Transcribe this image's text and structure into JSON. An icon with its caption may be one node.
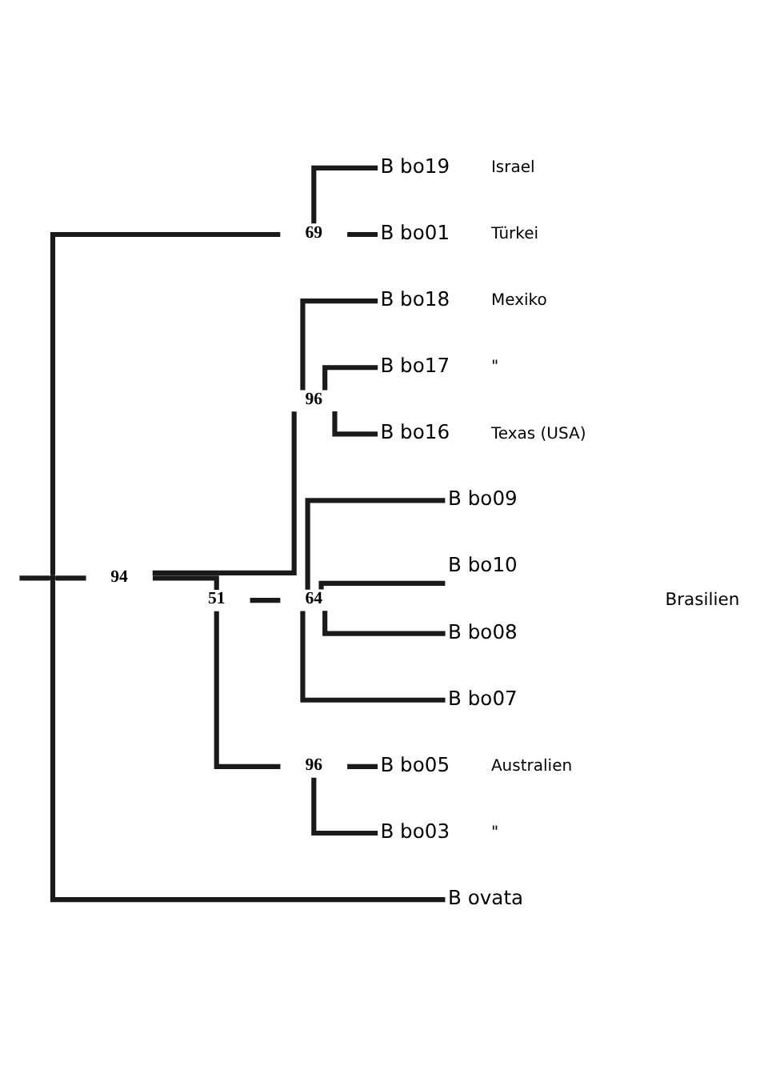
{
  "diagram": {
    "nodes": [
      {
        "text": [],
        "shape": "point"
      },
      {
        "text": [
          "69"
        ]
      },
      {
        "text": [
          "B bo19"
        ],
        "beside": [
          "Israel"
        ]
      },
      {
        "text": [
          "B bo01"
        ],
        "beside": [
          "Türkei"
        ]
      },
      {
        "text": [
          "94"
        ]
      },
      {
        "text": [
          "96"
        ]
      },
      {
        "text": [
          "B bo18"
        ],
        "beside": [
          "Mexiko"
        ]
      },
      {
        "text": [
          "B bo17"
        ],
        "beside": [
          "\""
        ]
      },
      {
        "text": [
          "B bo16"
        ],
        "beside": [
          "Texas (USA)"
        ]
      },
      {
        "text": [
          "51"
        ]
      },
      {
        "text": [
          "64"
        ]
      },
      {
        "text": [
          "B bo09"
        ]
      },
      {
        "text": [
          "B bo10"
        ]
      },
      {
        "text": [
          "B bo08"
        ]
      },
      {
        "text": [
          "B bo07"
        ]
      },
      {
        "text": [
          "96"
        ]
      },
      {
        "text": [
          "B bo05"
        ],
        "beside": [
          "Australien"
        ]
      },
      {
        "text": [
          "B bo03"
        ],
        "beside": [
          "\""
        ]
      },
      {
        "text": [
          "B ovata"
        ]
      }
    ],
    "edges": [
      {
        "from": null,
        "to": 0,
        "arrow": "none"
      },
      {
        "from": 0,
        "to": 1,
        "arrow": "none"
      },
      {
        "from": 1,
        "to": 2,
        "arrow": "none"
      },
      {
        "from": 1,
        "to": 3,
        "arrow": "none"
      },
      {
        "from": 0,
        "to": 4,
        "arrow": "none"
      },
      {
        "from": 4,
        "to": 5,
        "arrow": "none"
      },
      {
        "from": 5,
        "to": 6,
        "arrow": "none"
      },
      {
        "from": 5,
        "to": 7,
        "arrow": "none"
      },
      {
        "from": 5,
        "to": 8,
        "arrow": "none"
      },
      {
        "from": 4,
        "to": 9,
        "arrow": "none"
      },
      {
        "from": 9,
        "to": 10,
        "arrow": "none"
      },
      {
        "from": 10,
        "to": 11,
        "arrow": "none"
      },
      {
        "from": 10,
        "to": 12,
        "arrow": "none"
      },
      {
        "from": 10,
        "to": 13,
        "arrow": "none"
      },
      {
        "from": 10,
        "to": 14,
        "arrow": "none"
      },
      {
        "from": 9,
        "to": 15,
        "arrow": "none"
      },
      {
        "from": 15,
        "to": 16,
        "arrow": "none"
      },
      {
        "from": 15,
        "to": 17,
        "arrow": "none"
      },
      {
        "from": 0,
        "to": 18,
        "arrow": "none"
      }
    ],
    "labels": [
      "Brasilien"
    ]
  }
}
